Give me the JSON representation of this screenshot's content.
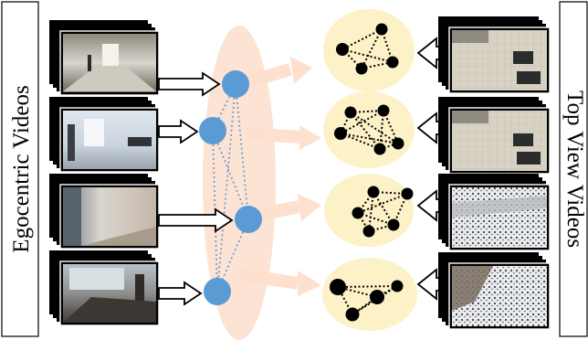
{
  "figure": {
    "left_label": "Egocentric Videos",
    "right_label": "Top View Videos"
  },
  "colors": {
    "node": "#5b9bd5",
    "node_edge": "#6f9ecf",
    "ellipse": "#fde3d4",
    "blob": "#fdf1c7",
    "flow_arrow": "#fde0cd",
    "graph_node": "#000000"
  },
  "egocentric_stacks": [
    {
      "scene": "hallway-corridor"
    },
    {
      "scene": "office-hallway"
    },
    {
      "scene": "doorway-room"
    },
    {
      "scene": "lobby-entrance"
    }
  ],
  "topview_stacks": [
    {
      "scene": "courtyard-top"
    },
    {
      "scene": "courtyard-top-2"
    },
    {
      "scene": "snow-road"
    },
    {
      "scene": "snow-street"
    }
  ],
  "graphs": [
    {
      "nodes": 4
    },
    {
      "nodes": 5
    },
    {
      "nodes": 5
    },
    {
      "nodes": 4
    }
  ]
}
